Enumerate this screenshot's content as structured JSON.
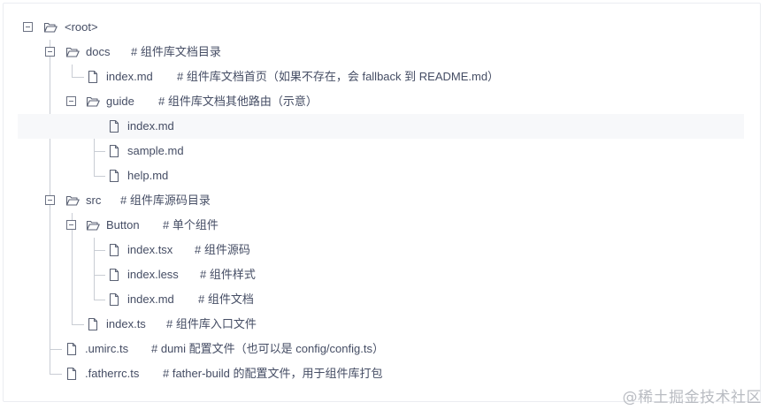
{
  "tree": {
    "root": {
      "label": "<root>"
    },
    "docs": {
      "label": "docs",
      "comment": "# 组件库文档目录"
    },
    "docs_index": {
      "label": "index.md",
      "comment": "# 组件库文档首页（如果不存在，会 fallback 到 README.md）"
    },
    "guide": {
      "label": "guide",
      "comment": "# 组件库文档其他路由（示意）"
    },
    "guide_index": {
      "label": "index.md"
    },
    "guide_sample": {
      "label": "sample.md"
    },
    "guide_help": {
      "label": "help.md"
    },
    "src": {
      "label": "src",
      "comment": "# 组件库源码目录"
    },
    "button": {
      "label": "Button",
      "comment": "# 单个组件"
    },
    "button_tsx": {
      "label": "index.tsx",
      "comment": "# 组件源码"
    },
    "button_less": {
      "label": "index.less",
      "comment": "# 组件样式"
    },
    "button_md": {
      "label": "index.md",
      "comment": "# 组件文档"
    },
    "src_index": {
      "label": "index.ts",
      "comment": "# 组件库入口文件"
    },
    "umirc": {
      "label": ".umirc.ts",
      "comment": "# dumi 配置文件（也可以是 config/config.ts）"
    },
    "fatherrc": {
      "label": ".fatherrc.ts",
      "comment": "# father-build 的配置文件，用于组件库打包"
    }
  },
  "watermark": "@稀土掘金技术社区",
  "icons": {
    "folder": "folder-open-icon",
    "file": "file-icon",
    "toggle": "collapse-icon"
  }
}
